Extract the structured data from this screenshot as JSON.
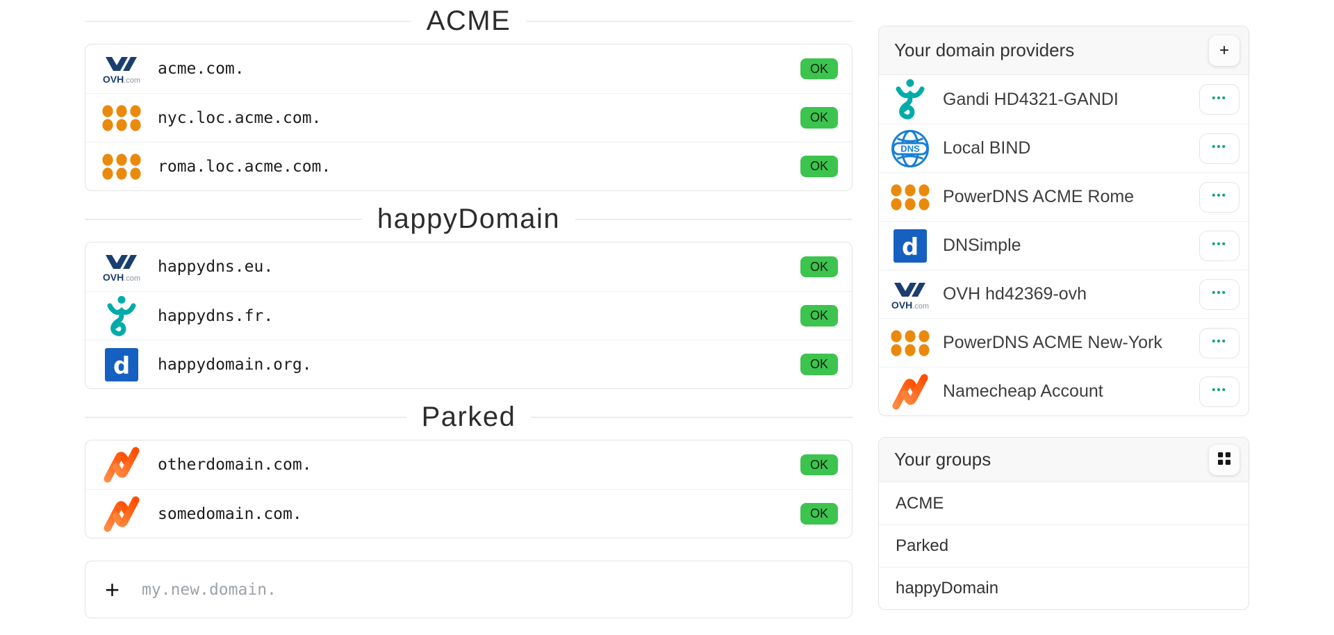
{
  "colors": {
    "ok_badge_bg": "#3cc44e",
    "menu_dots": "#18a873",
    "ovh_navy": "#1a3e6f",
    "powerdns_orange": "#ea8a0c",
    "gandi_teal": "#00aba9",
    "dnsimple_blue": "#1560c0",
    "bind_blue": "#1b7fd4",
    "namecheap_orange": "#ff4e00"
  },
  "sections": [
    {
      "title": "ACME",
      "domains": [
        {
          "name": "acme.com.",
          "provider": "ovh",
          "status": "OK"
        },
        {
          "name": "nyc.loc.acme.com.",
          "provider": "powerdns",
          "status": "OK"
        },
        {
          "name": "roma.loc.acme.com.",
          "provider": "powerdns",
          "status": "OK"
        }
      ]
    },
    {
      "title": "happyDomain",
      "domains": [
        {
          "name": "happydns.eu.",
          "provider": "ovh",
          "status": "OK"
        },
        {
          "name": "happydns.fr.",
          "provider": "gandi",
          "status": "OK"
        },
        {
          "name": "happydomain.org.",
          "provider": "dnsimple",
          "status": "OK"
        }
      ]
    },
    {
      "title": "Parked",
      "domains": [
        {
          "name": "otherdomain.com.",
          "provider": "namecheap",
          "status": "OK"
        },
        {
          "name": "somedomain.com.",
          "provider": "namecheap",
          "status": "OK"
        }
      ]
    }
  ],
  "new_domain": {
    "placeholder": "my.new.domain.",
    "plus_glyph": "+"
  },
  "providers_panel": {
    "title": "Your domain providers",
    "add_label": "+",
    "menu_glyph": "•••",
    "items": [
      {
        "name": "Gandi HD4321-GANDI",
        "icon": "gandi"
      },
      {
        "name": "Local BIND",
        "icon": "bind"
      },
      {
        "name": "PowerDNS ACME Rome",
        "icon": "powerdns"
      },
      {
        "name": "DNSimple",
        "icon": "dnsimple"
      },
      {
        "name": "OVH hd42369-ovh",
        "icon": "ovh"
      },
      {
        "name": "PowerDNS ACME New-York",
        "icon": "powerdns"
      },
      {
        "name": "Namecheap Account",
        "icon": "namecheap"
      }
    ]
  },
  "groups_panel": {
    "title": "Your groups",
    "items": [
      "ACME",
      "Parked",
      "happyDomain"
    ]
  }
}
